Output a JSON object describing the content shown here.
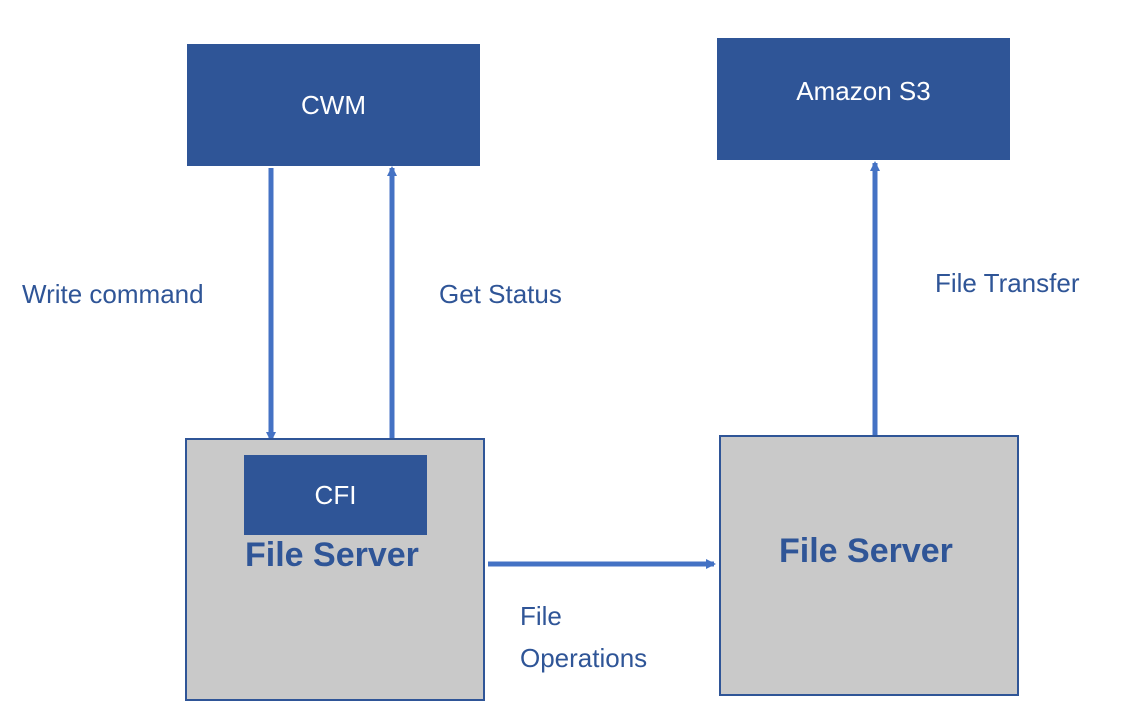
{
  "colors": {
    "node_fill": "#2f5597",
    "node_text": "#ffffff",
    "server_fill": "#c9c9c9",
    "server_border": "#2f5597",
    "label_text": "#2f5597",
    "arrow": "#4472c4"
  },
  "nodes": {
    "cwm": {
      "label": "CWM"
    },
    "amazon_s3": {
      "label": "Amazon S3"
    },
    "cfi": {
      "label": "CFI"
    },
    "file_server_left": {
      "label": "File Server"
    },
    "file_server_right": {
      "label": "File Server"
    }
  },
  "edges": {
    "write_command": {
      "label": "Write command"
    },
    "get_status": {
      "label": "Get Status"
    },
    "file_transfer": {
      "label": "File Transfer"
    },
    "file_operations": {
      "label_line1": "File",
      "label_line2": "Operations"
    }
  }
}
